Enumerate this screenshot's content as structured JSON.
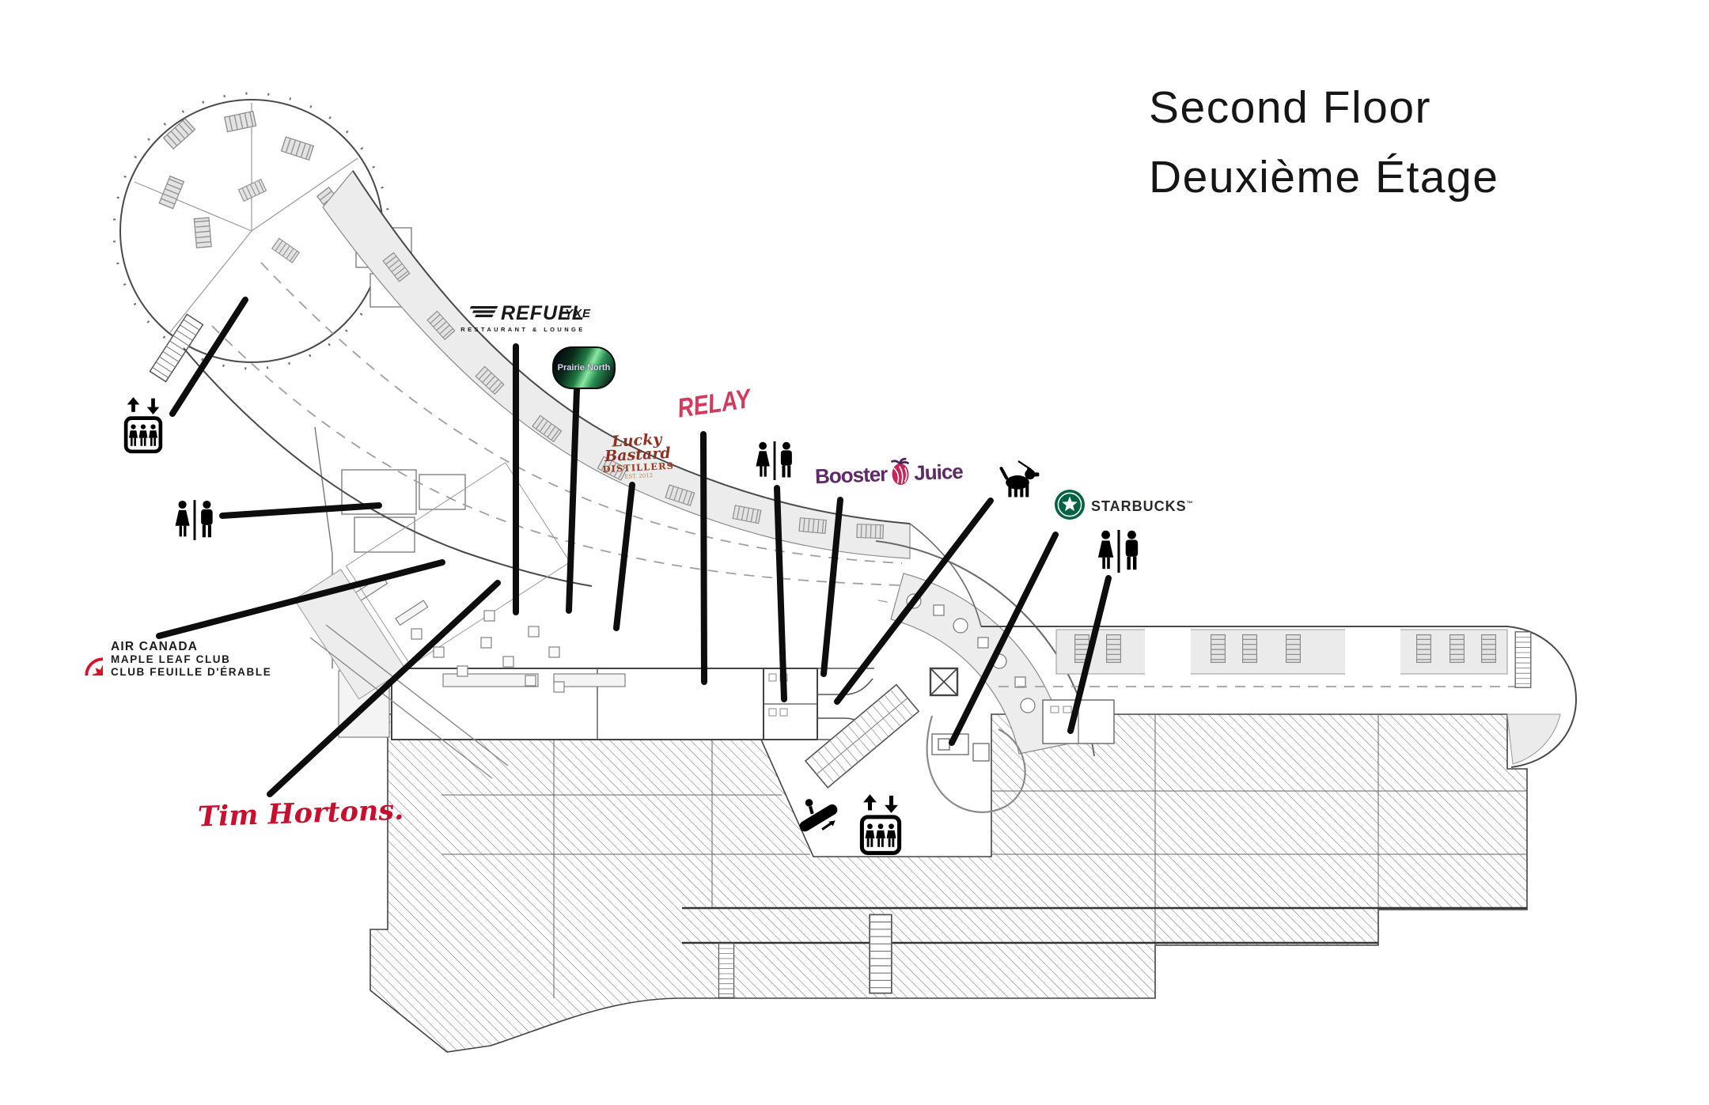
{
  "page": {
    "title_line1": "Second Floor",
    "title_line2": "Deuxième Étage",
    "language": "English / French",
    "map_kind": "airport terminal floor plan"
  },
  "brands": {
    "refuel": {
      "name": "REFUEL",
      "tagline": "RESTAURANT & LOUNGE",
      "suffix": "YXE"
    },
    "prairie_north": {
      "name": "Prairie North"
    },
    "relay": {
      "name": "RELAY"
    },
    "lucky_bastard": {
      "script_top": "Lucky",
      "script_bottom": "Bastard",
      "line": "DISTILLERS",
      "est": "EST. 2012"
    },
    "booster_juice": {
      "word1": "Booster",
      "word2": "Juice"
    },
    "starbucks": {
      "name": "STARBUCKS",
      "tm": "™"
    },
    "air_canada": {
      "line1": "AIR CANADA",
      "line2": "MAPLE LEAF CLUB",
      "line3": "CLUB FEUILLE D'ÉRABLE"
    },
    "tim_hortons": {
      "name": "Tim Hortons."
    }
  },
  "markers": [
    {
      "id": "elevator-northwest",
      "type": "elevator"
    },
    {
      "id": "restroom-northwest",
      "type": "restroom"
    },
    {
      "id": "air-canada-maple-leaf-club",
      "type": "lounge"
    },
    {
      "id": "tim-hortons",
      "type": "food"
    },
    {
      "id": "refuel-restaurant-lounge",
      "type": "restaurant"
    },
    {
      "id": "prairie-north",
      "type": "retail"
    },
    {
      "id": "lucky-bastard-distillers",
      "type": "retail"
    },
    {
      "id": "relay",
      "type": "retail"
    },
    {
      "id": "restroom-central",
      "type": "restroom"
    },
    {
      "id": "booster-juice",
      "type": "food"
    },
    {
      "id": "pet-relief-area",
      "type": "pet-relief"
    },
    {
      "id": "starbucks",
      "type": "coffee"
    },
    {
      "id": "restroom-east",
      "type": "restroom"
    },
    {
      "id": "escalator-central",
      "type": "escalator"
    },
    {
      "id": "elevator-central",
      "type": "elevator"
    }
  ],
  "colors": {
    "relay_pink": "#d6395c",
    "tim_hortons_red": "#c8102e",
    "lucky_bastard_red": "#8d3222",
    "booster_juice_purple": "#5e2a68",
    "starbucks_green": "#006241",
    "air_canada_red": "#d8112a",
    "leader_line_black": "#0d0d0d",
    "plan_gray": "#ececec"
  }
}
